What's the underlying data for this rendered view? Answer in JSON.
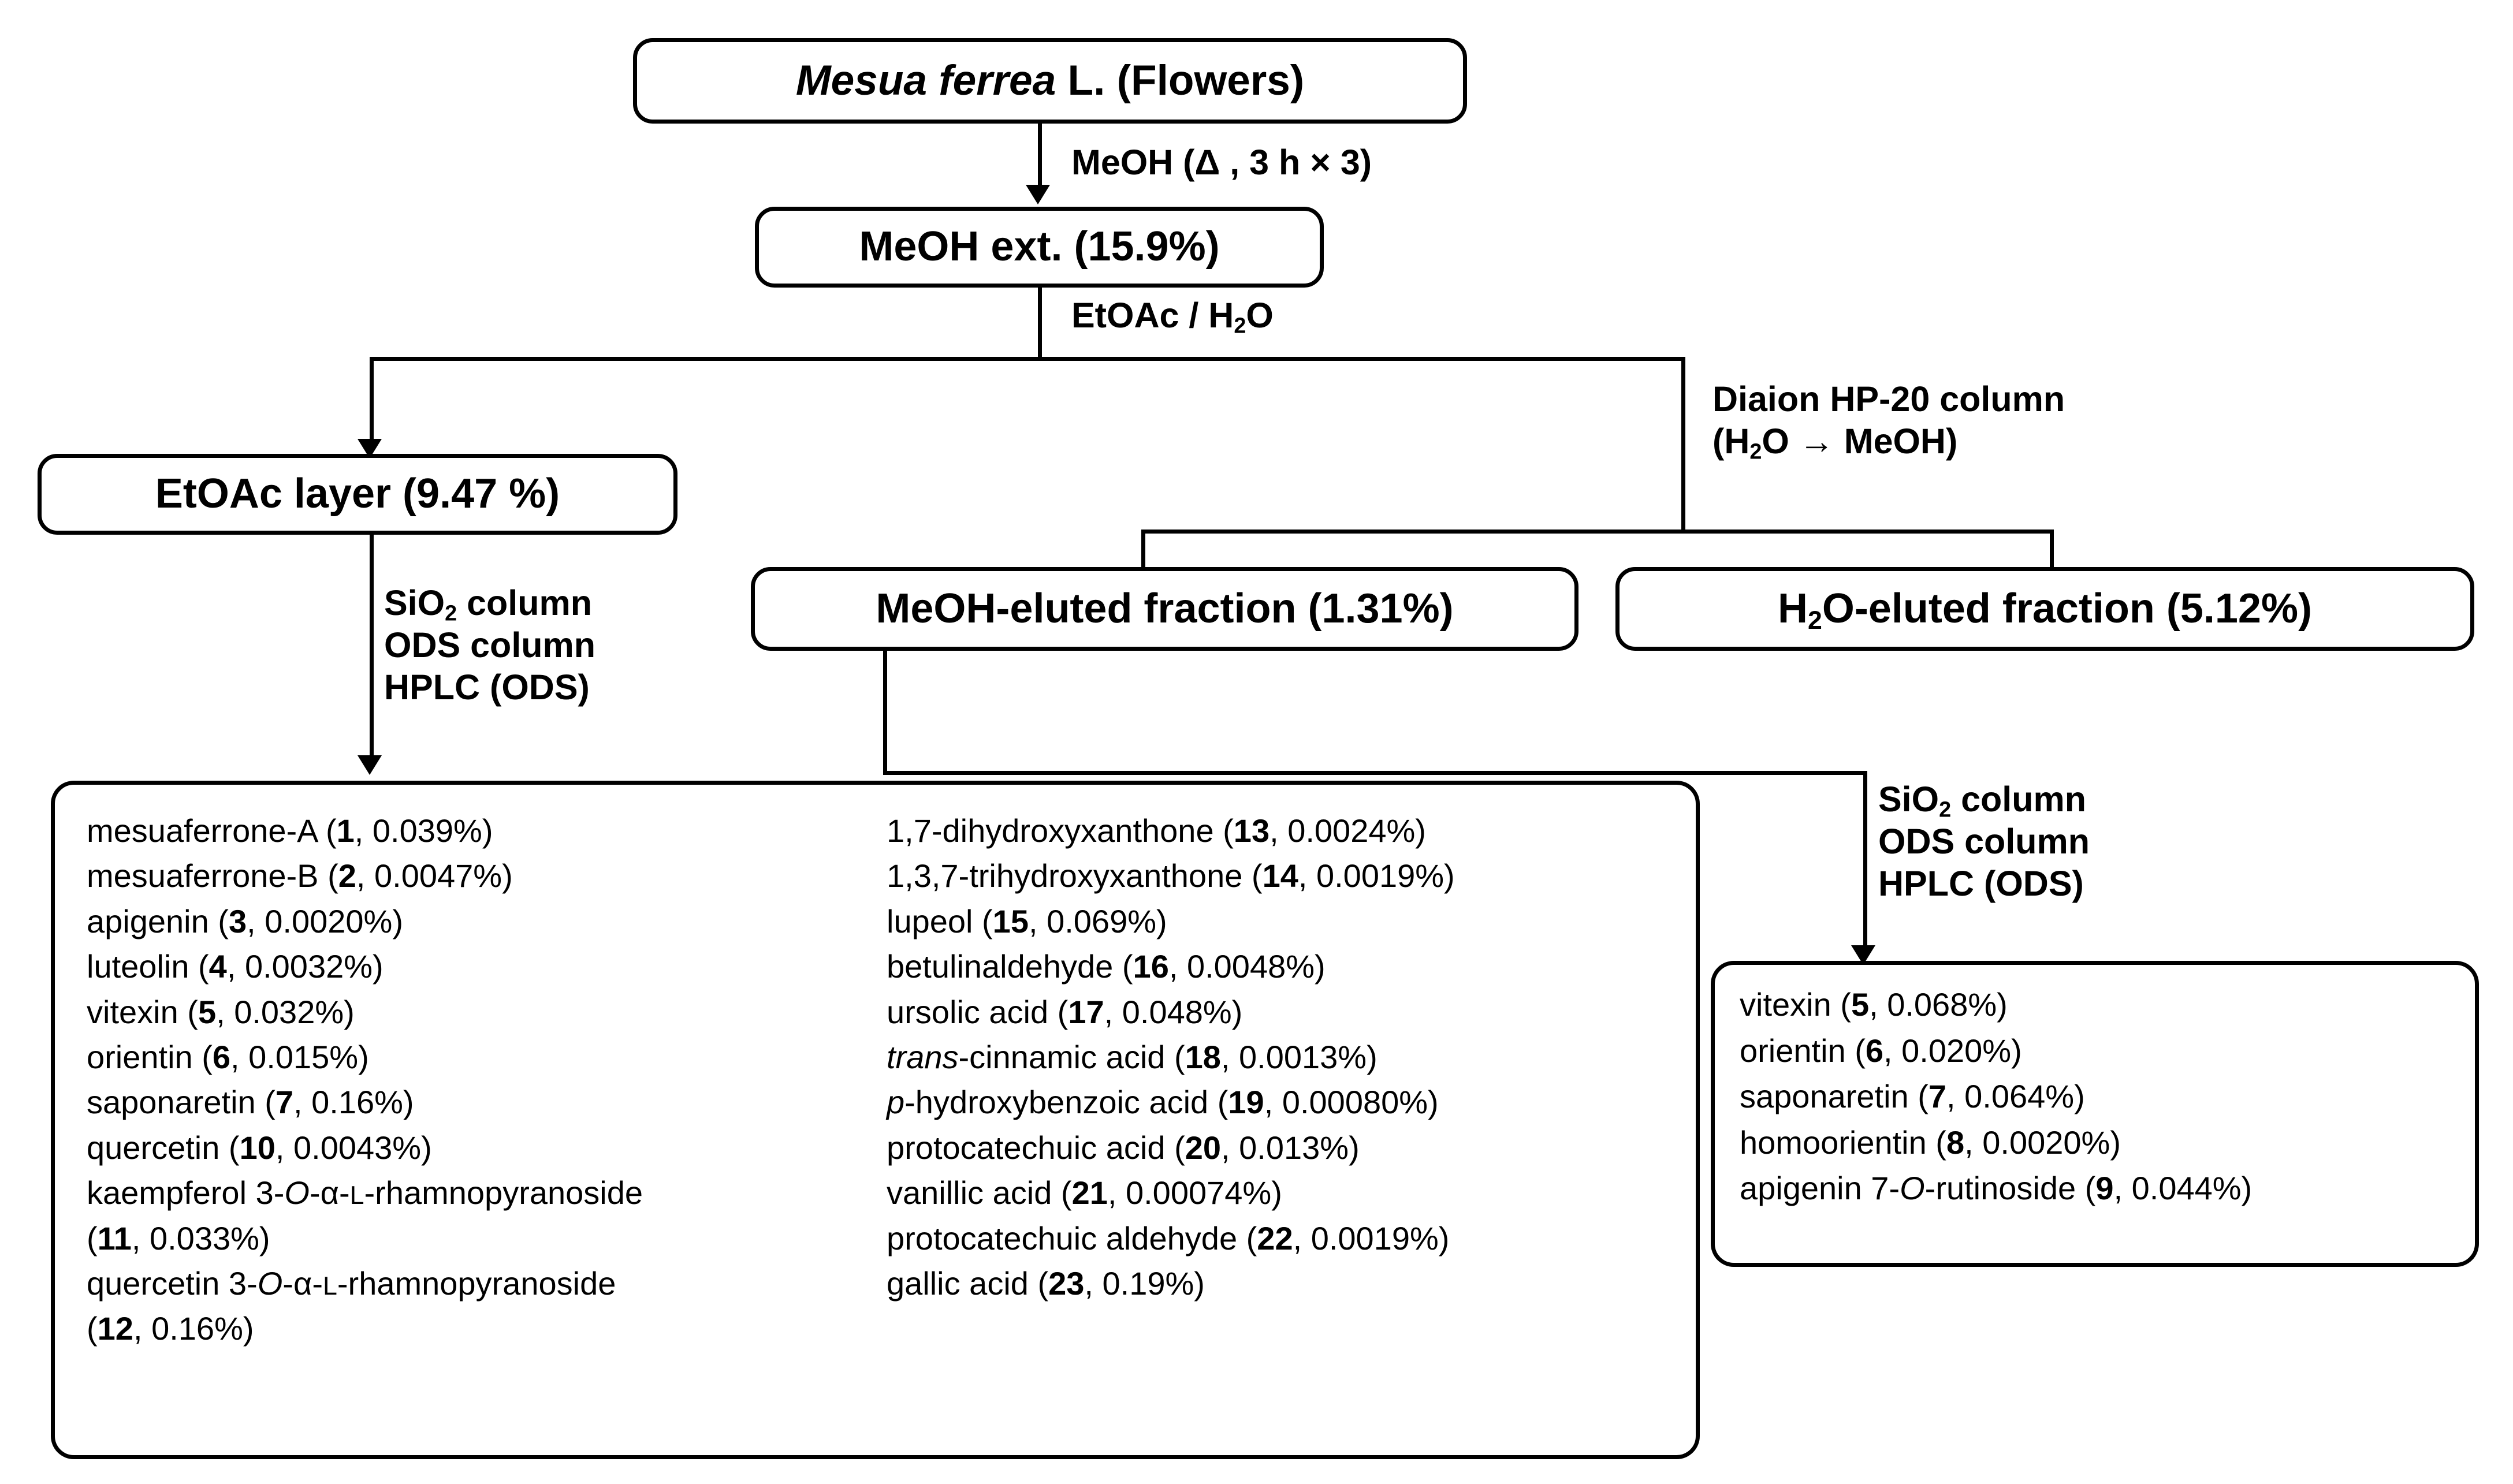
{
  "diagram": {
    "title_box": {
      "species_italic": "Mesua ferrea",
      "rest": " L. (Flowers)"
    },
    "steps": {
      "extraction": "MeOH (Δ , 3 h × 3)",
      "partition": "EtOAc / H₂O",
      "diaion_line1": "Diaion  HP-20 column",
      "diaion_line2": "(H₂O → MeOH)",
      "chroma_line1": "SiO₂ column",
      "chroma_line2": "ODS column",
      "chroma_line3": "HPLC (ODS)"
    },
    "nodes": {
      "meoh_ext": "MeOH ext. (15.9%)",
      "etoac_layer": "EtOAc layer (9.47 %)",
      "meoh_fraction": "MeOH-eluted fraction (1.31%)",
      "water_fraction": "H₂O-eluted fraction (5.12%)"
    },
    "compounds_main_left": [
      {
        "name": "mesuaferrone-A",
        "num": "1",
        "yield": "0.039%"
      },
      {
        "name": "mesuaferrone-B",
        "num": "2",
        "yield": "0.0047%"
      },
      {
        "name": "apigenin",
        "num": "3",
        "yield": "0.0020%"
      },
      {
        "name": "luteolin",
        "num": "4",
        "yield": "0.0032%"
      },
      {
        "name": "vitexin",
        "num": "5",
        "yield": "0.032%"
      },
      {
        "name": "orientin",
        "num": "6",
        "yield": "0.015%"
      },
      {
        "name": "saponaretin",
        "num": "7",
        "yield": "0.16%"
      },
      {
        "name": "quercetin",
        "num": "10",
        "yield": "0.0043%"
      },
      {
        "name": "kaempferol 3-O-α-L-rhamnopyranoside",
        "num": "11",
        "yield": "0.033%",
        "wrap": true
      },
      {
        "name": "quercetin 3-O-α-L-rhamnopyranoside",
        "num": "12",
        "yield": "0.16%",
        "wrap": true
      }
    ],
    "compounds_main_right": [
      {
        "name": "1,7-dihydroxyxanthone",
        "num": "13",
        "yield": "0.0024%"
      },
      {
        "name": "1,3,7-trihydroxyxanthone",
        "num": "14",
        "yield": "0.0019%"
      },
      {
        "name": "lupeol",
        "num": "15",
        "yield": "0.069%"
      },
      {
        "name": "betulinaldehyde",
        "num": "16",
        "yield": "0.0048%"
      },
      {
        "name": "ursolic acid",
        "num": "17",
        "yield": "0.048%"
      },
      {
        "name": "trans-cinnamic acid",
        "num": "18",
        "yield": "0.0013%",
        "italic_prefix": "trans"
      },
      {
        "name": "p-hydroxybenzoic acid",
        "num": "19",
        "yield": "0.00080%",
        "italic_prefix": "p"
      },
      {
        "name": "protocatechuic acid",
        "num": "20",
        "yield": "0.013%"
      },
      {
        "name": "vanillic acid",
        "num": "21",
        "yield": "0.00074%"
      },
      {
        "name": "protocatechuic aldehyde",
        "num": "22",
        "yield": "0.0019%"
      },
      {
        "name": "gallic acid",
        "num": "23",
        "yield": "0.19%"
      }
    ],
    "compounds_water": [
      {
        "name": "vitexin",
        "num": "5",
        "yield": "0.068%"
      },
      {
        "name": "orientin",
        "num": "6",
        "yield": "0.020%"
      },
      {
        "name": "saponaretin",
        "num": "7",
        "yield": "0.064%"
      },
      {
        "name": "homoorientin",
        "num": "8",
        "yield": "0.0020%"
      },
      {
        "name": "apigenin 7-O-rutinoside",
        "num": "9",
        "yield": "0.044%"
      }
    ],
    "colors": {
      "stroke": "#000000",
      "background": "#ffffff"
    }
  }
}
